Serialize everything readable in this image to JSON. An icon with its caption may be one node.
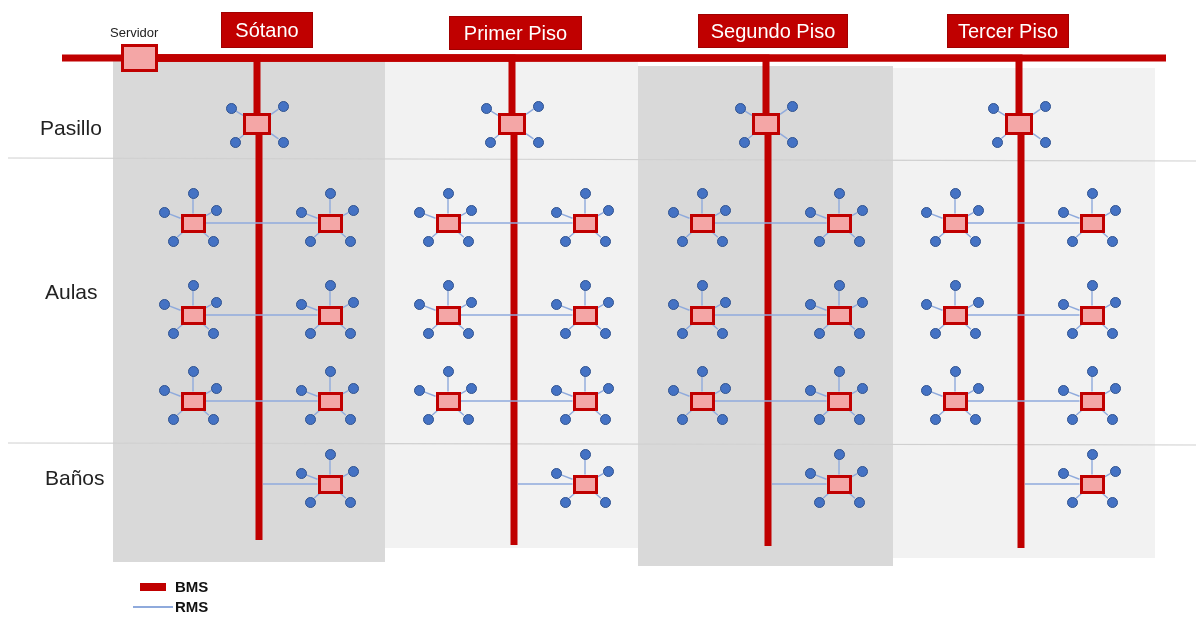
{
  "diagram": {
    "nodes": [
      {
        "text": [
          "Servidor"
        ]
      },
      {
        "text": [
          "Sótano"
        ]
      },
      {
        "text": [
          "Primer Piso"
        ]
      },
      {
        "text": [
          "Segundo Piso"
        ]
      },
      {
        "text": [
          "Tercer Piso"
        ]
      },
      {
        "text": [],
        "shape": "box"
      },
      {
        "text": [],
        "shape": "box",
        "in": 5
      },
      {
        "text": [],
        "shape": "circle",
        "in": 5
      },
      {
        "text": [],
        "shape": "circle",
        "in": 5
      },
      {
        "text": [],
        "shape": "circle",
        "in": 5
      },
      {
        "text": [],
        "shape": "circle",
        "in": 5
      },
      {
        "text": [],
        "shape": "box",
        "in": 5
      },
      {
        "text": [],
        "shape": "circle",
        "in": 5
      },
      {
        "text": [],
        "shape": "circle",
        "in": 5
      },
      {
        "text": [],
        "shape": "circle",
        "in": 5
      },
      {
        "text": [],
        "shape": "circle",
        "in": 5
      },
      {
        "text": [],
        "shape": "circle",
        "in": 5
      },
      {
        "text": [],
        "shape": "box",
        "in": 5
      },
      {
        "text": [],
        "shape": "circle",
        "in": 5
      },
      {
        "text": [],
        "shape": "circle",
        "in": 5
      },
      {
        "text": [],
        "shape": "circle",
        "in": 5
      },
      {
        "text": [],
        "shape": "circle",
        "in": 5
      },
      {
        "text": [],
        "shape": "circle",
        "in": 5
      },
      {
        "text": [],
        "shape": "box",
        "in": 5
      },
      {
        "text": [],
        "shape": "circle",
        "in": 5
      },
      {
        "text": [],
        "shape": "circle",
        "in": 5
      },
      {
        "text": [],
        "shape": "circle",
        "in": 5
      },
      {
        "text": [],
        "shape": "circle",
        "in": 5
      },
      {
        "text": [],
        "shape": "circle",
        "in": 5
      },
      {
        "text": [],
        "shape": "box",
        "in": 5
      },
      {
        "text": [],
        "shape": "circle",
        "in": 5
      },
      {
        "text": [],
        "shape": "circle",
        "in": 5
      },
      {
        "text": [],
        "shape": "circle",
        "in": 5
      },
      {
        "text": [],
        "shape": "circle",
        "in": 5
      },
      {
        "text": [],
        "shape": "circle",
        "in": 5
      },
      {
        "text": [],
        "shape": "box",
        "in": 5
      },
      {
        "text": [],
        "shape": "circle",
        "in": 5
      },
      {
        "text": [],
        "shape": "circle",
        "in": 5
      },
      {
        "text": [],
        "shape": "circle",
        "in": 5
      },
      {
        "text": [],
        "shape": "circle",
        "in": 5
      },
      {
        "text": [],
        "shape": "circle",
        "in": 5
      },
      {
        "text": [],
        "shape": "box",
        "in": 5
      },
      {
        "text": [],
        "shape": "circle",
        "in": 5
      },
      {
        "text": [],
        "shape": "circle",
        "in": 5
      },
      {
        "text": [],
        "shape": "circle",
        "in": 5
      },
      {
        "text": [],
        "shape": "circle",
        "in": 5
      },
      {
        "text": [],
        "shape": "circle",
        "in": 5
      },
      {
        "text": [],
        "shape": "box",
        "in": 5
      },
      {
        "text": [],
        "shape": "circle",
        "in": 5
      },
      {
        "text": [],
        "shape": "circle",
        "in": 5
      },
      {
        "text": [],
        "shape": "circle",
        "in": 5
      },
      {
        "text": [],
        "shape": "circle",
        "in": 5
      },
      {
        "text": [],
        "shape": "circle",
        "in": 5
      },
      {
        "text": [],
        "shape": "box"
      },
      {
        "text": [],
        "shape": "box",
        "in": 53
      },
      {
        "text": [],
        "shape": "circle",
        "in": 53
      },
      {
        "text": [],
        "shape": "circle",
        "in": 53
      },
      {
        "text": [],
        "shape": "circle",
        "in": 53
      },
      {
        "text": [],
        "shape": "circle",
        "in": 53
      },
      {
        "text": [],
        "shape": "box",
        "in": 53
      },
      {
        "text": [],
        "shape": "circle",
        "in": 53
      },
      {
        "text": [],
        "shape": "circle",
        "in": 53
      },
      {
        "text": [],
        "shape": "circle",
        "in": 53
      },
      {
        "text": [],
        "shape": "circle",
        "in": 53
      },
      {
        "text": [],
        "shape": "circle",
        "in": 53
      },
      {
        "text": [],
        "shape": "box",
        "in": 53
      },
      {
        "text": [],
        "shape": "circle",
        "in": 53
      },
      {
        "text": [],
        "shape": "circle",
        "in": 53
      },
      {
        "text": [],
        "shape": "circle",
        "in": 53
      },
      {
        "text": [],
        "shape": "circle",
        "in": 53
      },
      {
        "text": [],
        "shape": "circle",
        "in": 53
      },
      {
        "text": [],
        "shape": "box",
        "in": 53
      },
      {
        "text": [],
        "shape": "circle",
        "in": 53
      },
      {
        "text": [],
        "shape": "circle",
        "in": 53
      },
      {
        "text": [],
        "shape": "circle",
        "in": 53
      },
      {
        "text": [],
        "shape": "circle",
        "in": 53
      },
      {
        "text": [],
        "shape": "circle",
        "in": 53
      },
      {
        "text": [],
        "shape": "box",
        "in": 53
      },
      {
        "text": [],
        "shape": "circle",
        "in": 53
      },
      {
        "text": [],
        "shape": "circle",
        "in": 53
      },
      {
        "text": [],
        "shape": "circle",
        "in": 53
      },
      {
        "text": [],
        "shape": "circle",
        "in": 53
      },
      {
        "text": [],
        "shape": "circle",
        "in": 53
      },
      {
        "text": [],
        "shape": "box",
        "in": 53
      },
      {
        "text": [],
        "shape": "circle",
        "in": 53
      },
      {
        "text": [],
        "shape": "circle",
        "in": 53
      },
      {
        "text": [],
        "shape": "circle",
        "in": 53
      },
      {
        "text": [],
        "shape": "circle",
        "in": 53
      },
      {
        "text": [],
        "shape": "circle",
        "in": 53
      },
      {
        "text": [],
        "shape": "box",
        "in": 53
      },
      {
        "text": [],
        "shape": "circle",
        "in": 53
      },
      {
        "text": [],
        "shape": "circle",
        "in": 53
      },
      {
        "text": [],
        "shape": "circle",
        "in": 53
      },
      {
        "text": [],
        "shape": "circle",
        "in": 53
      },
      {
        "text": [],
        "shape": "circle",
        "in": 53
      },
      {
        "text": [],
        "shape": "box",
        "in": 53
      },
      {
        "text": [],
        "shape": "circle",
        "in": 53
      },
      {
        "text": [],
        "shape": "circle",
        "in": 53
      },
      {
        "text": [],
        "shape": "circle",
        "in": 53
      },
      {
        "text": [],
        "shape": "circle",
        "in": 53
      },
      {
        "text": [],
        "shape": "circle",
        "in": 53
      },
      {
        "text": [],
        "shape": "box"
      },
      {
        "text": [],
        "shape": "box",
        "in": 101
      },
      {
        "text": [],
        "shape": "circle",
        "in": 101
      },
      {
        "text": [],
        "shape": "circle",
        "in": 101
      },
      {
        "text": [],
        "shape": "circle",
        "in": 101
      },
      {
        "text": [],
        "shape": "circle",
        "in": 101
      },
      {
        "text": [],
        "shape": "box",
        "in": 101
      },
      {
        "text": [],
        "shape": "circle",
        "in": 101
      },
      {
        "text": [],
        "shape": "circle",
        "in": 101
      },
      {
        "text": [],
        "shape": "circle",
        "in": 101
      },
      {
        "text": [],
        "shape": "circle",
        "in": 101
      },
      {
        "text": [],
        "shape": "circle",
        "in": 101
      },
      {
        "text": [],
        "shape": "box",
        "in": 101
      },
      {
        "text": [],
        "shape": "circle",
        "in": 101
      },
      {
        "text": [],
        "shape": "circle",
        "in": 101
      },
      {
        "text": [],
        "shape": "circle",
        "in": 101
      },
      {
        "text": [],
        "shape": "circle",
        "in": 101
      },
      {
        "text": [],
        "shape": "circle",
        "in": 101
      },
      {
        "text": [],
        "shape": "box",
        "in": 101
      },
      {
        "text": [],
        "shape": "circle",
        "in": 101
      },
      {
        "text": [],
        "shape": "circle",
        "in": 101
      },
      {
        "text": [],
        "shape": "circle",
        "in": 101
      },
      {
        "text": [],
        "shape": "circle",
        "in": 101
      },
      {
        "text": [],
        "shape": "circle",
        "in": 101
      },
      {
        "text": [],
        "shape": "box",
        "in": 101
      },
      {
        "text": [],
        "shape": "circle",
        "in": 101
      },
      {
        "text": [],
        "shape": "circle",
        "in": 101
      },
      {
        "text": [],
        "shape": "circle",
        "in": 101
      },
      {
        "text": [],
        "shape": "circle",
        "in": 101
      },
      {
        "text": [],
        "shape": "circle",
        "in": 101
      },
      {
        "text": [],
        "shape": "box",
        "in": 101
      },
      {
        "text": [],
        "shape": "circle",
        "in": 101
      },
      {
        "text": [],
        "shape": "circle",
        "in": 101
      },
      {
        "text": [],
        "shape": "circle",
        "in": 101
      },
      {
        "text": [],
        "shape": "circle",
        "in": 101
      },
      {
        "text": [],
        "shape": "circle",
        "in": 101
      },
      {
        "text": [],
        "shape": "box",
        "in": 101
      },
      {
        "text": [],
        "shape": "circle",
        "in": 101
      },
      {
        "text": [],
        "shape": "circle",
        "in": 101
      },
      {
        "text": [],
        "shape": "circle",
        "in": 101
      },
      {
        "text": [],
        "shape": "circle",
        "in": 101
      },
      {
        "text": [],
        "shape": "circle",
        "in": 101
      },
      {
        "text": [],
        "shape": "box",
        "in": 101
      },
      {
        "text": [],
        "shape": "circle",
        "in": 101
      },
      {
        "text": [],
        "shape": "circle",
        "in": 101
      },
      {
        "text": [],
        "shape": "circle",
        "in": 101
      },
      {
        "text": [],
        "shape": "circle",
        "in": 101
      },
      {
        "text": [],
        "shape": "circle",
        "in": 101
      },
      {
        "text": [],
        "shape": "box"
      },
      {
        "text": [],
        "shape": "box",
        "in": 149
      },
      {
        "text": [],
        "shape": "circle",
        "in": 149
      },
      {
        "text": [],
        "shape": "circle",
        "in": 149
      },
      {
        "text": [],
        "shape": "circle",
        "in": 149
      },
      {
        "text": [],
        "shape": "circle",
        "in": 149
      },
      {
        "text": [],
        "shape": "box",
        "in": 149
      },
      {
        "text": [],
        "shape": "circle",
        "in": 149
      },
      {
        "text": [],
        "shape": "circle",
        "in": 149
      },
      {
        "text": [],
        "shape": "circle",
        "in": 149
      },
      {
        "text": [],
        "shape": "circle",
        "in": 149
      },
      {
        "text": [],
        "shape": "circle",
        "in": 149
      },
      {
        "text": [],
        "shape": "box",
        "in": 149
      },
      {
        "text": [],
        "shape": "circle",
        "in": 149
      },
      {
        "text": [],
        "shape": "circle",
        "in": 149
      },
      {
        "text": [],
        "shape": "circle",
        "in": 149
      },
      {
        "text": [],
        "shape": "circle",
        "in": 149
      },
      {
        "text": [],
        "shape": "circle",
        "in": 149
      },
      {
        "text": [],
        "shape": "box",
        "in": 149
      },
      {
        "text": [],
        "shape": "circle",
        "in": 149
      },
      {
        "text": [],
        "shape": "circle",
        "in": 149
      },
      {
        "text": [],
        "shape": "circle",
        "in": 149
      },
      {
        "text": [],
        "shape": "circle",
        "in": 149
      },
      {
        "text": [],
        "shape": "circle",
        "in": 149
      },
      {
        "text": [],
        "shape": "box",
        "in": 149
      },
      {
        "text": [],
        "shape": "circle",
        "in": 149
      },
      {
        "text": [],
        "shape": "circle",
        "in": 149
      },
      {
        "text": [],
        "shape": "circle",
        "in": 149
      },
      {
        "text": [],
        "shape": "circle",
        "in": 149
      },
      {
        "text": [],
        "shape": "circle",
        "in": 149
      },
      {
        "text": [],
        "shape": "box",
        "in": 149
      },
      {
        "text": [],
        "shape": "circle",
        "in": 149
      },
      {
        "text": [],
        "shape": "circle",
        "in": 149
      },
      {
        "text": [],
        "shape": "circle",
        "in": 149
      },
      {
        "text": [],
        "shape": "circle",
        "in": 149
      },
      {
        "text": [],
        "shape": "circle",
        "in": 149
      },
      {
        "text": [],
        "shape": "box",
        "in": 149
      },
      {
        "text": [],
        "shape": "circle",
        "in": 149
      },
      {
        "text": [],
        "shape": "circle",
        "in": 149
      },
      {
        "text": [],
        "shape": "circle",
        "in": 149
      },
      {
        "text": [],
        "shape": "circle",
        "in": 149
      },
      {
        "text": [],
        "shape": "circle",
        "in": 149
      },
      {
        "text": [],
        "shape": "box",
        "in": 149
      },
      {
        "text": [],
        "shape": "circle",
        "in": 149
      },
      {
        "text": [],
        "shape": "circle",
        "in": 149
      },
      {
        "text": [],
        "shape": "circle",
        "in": 149
      },
      {
        "text": [],
        "shape": "circle",
        "in": 149
      },
      {
        "text": [],
        "shape": "circle",
        "in": 149
      }
    ],
    "edges": [
      {
        "from": 0,
        "to": 6,
        "arrow": "none",
        "style": "thick",
        "color": "#c00000"
      },
      {
        "from": 6,
        "to": 7,
        "arrow": "none"
      },
      {
        "from": 6,
        "to": 8,
        "arrow": "none"
      },
      {
        "from": 6,
        "to": 9,
        "arrow": "none"
      },
      {
        "from": 6,
        "to": 10,
        "arrow": "none"
      },
      {
        "from": 11,
        "to": 17,
        "arrow": "none"
      },
      {
        "from": 11,
        "to": 12,
        "arrow": "none"
      },
      {
        "from": 11,
        "to": 13,
        "arrow": "none"
      },
      {
        "from": 11,
        "to": 14,
        "arrow": "none"
      },
      {
        "from": 11,
        "to": 15,
        "arrow": "none"
      },
      {
        "from": 11,
        "to": 16,
        "arrow": "none"
      },
      {
        "from": 17,
        "to": 18,
        "arrow": "none"
      },
      {
        "from": 17,
        "to": 19,
        "arrow": "none"
      },
      {
        "from": 17,
        "to": 20,
        "arrow": "none"
      },
      {
        "from": 17,
        "to": 21,
        "arrow": "none"
      },
      {
        "from": 17,
        "to": 22,
        "arrow": "none"
      },
      {
        "from": 23,
        "to": 29,
        "arrow": "none"
      },
      {
        "from": 23,
        "to": 24,
        "arrow": "none"
      },
      {
        "from": 23,
        "to": 25,
        "arrow": "none"
      },
      {
        "from": 23,
        "to": 26,
        "arrow": "none"
      },
      {
        "from": 23,
        "to": 27,
        "arrow": "none"
      },
      {
        "from": 23,
        "to": 28,
        "arrow": "none"
      },
      {
        "from": 29,
        "to": 30,
        "arrow": "none"
      },
      {
        "from": 29,
        "to": 31,
        "arrow": "none"
      },
      {
        "from": 29,
        "to": 32,
        "arrow": "none"
      },
      {
        "from": 29,
        "to": 33,
        "arrow": "none"
      },
      {
        "from": 29,
        "to": 34,
        "arrow": "none"
      },
      {
        "from": 35,
        "to": 41,
        "arrow": "none"
      },
      {
        "from": 35,
        "to": 36,
        "arrow": "none"
      },
      {
        "from": 35,
        "to": 37,
        "arrow": "none"
      },
      {
        "from": 35,
        "to": 38,
        "arrow": "none"
      },
      {
        "from": 35,
        "to": 39,
        "arrow": "none"
      },
      {
        "from": 35,
        "to": 40,
        "arrow": "none"
      },
      {
        "from": 41,
        "to": 42,
        "arrow": "none"
      },
      {
        "from": 41,
        "to": 43,
        "arrow": "none"
      },
      {
        "from": 41,
        "to": 44,
        "arrow": "none"
      },
      {
        "from": 41,
        "to": 45,
        "arrow": "none"
      },
      {
        "from": 41,
        "to": 46,
        "arrow": "none"
      },
      {
        "from": null,
        "to": 47,
        "arrow": "none"
      },
      {
        "from": 47,
        "to": 48,
        "arrow": "none"
      },
      {
        "from": 47,
        "to": 49,
        "arrow": "none"
      },
      {
        "from": 47,
        "to": 50,
        "arrow": "none"
      },
      {
        "from": 47,
        "to": 51,
        "arrow": "none"
      },
      {
        "from": 47,
        "to": 52,
        "arrow": "none"
      },
      {
        "from": 0,
        "to": 54,
        "arrow": "none",
        "style": "thick",
        "color": "#c00000"
      },
      {
        "from": 54,
        "to": 55,
        "arrow": "none"
      },
      {
        "from": 54,
        "to": 56,
        "arrow": "none"
      },
      {
        "from": 54,
        "to": 57,
        "arrow": "none"
      },
      {
        "from": 54,
        "to": 58,
        "arrow": "none"
      },
      {
        "from": 59,
        "to": 65,
        "arrow": "none"
      },
      {
        "from": 59,
        "to": 60,
        "arrow": "none"
      },
      {
        "from": 59,
        "to": 61,
        "arrow": "none"
      },
      {
        "from": 59,
        "to": 62,
        "arrow": "none"
      },
      {
        "from": 59,
        "to": 63,
        "arrow": "none"
      },
      {
        "from": 59,
        "to": 64,
        "arrow": "none"
      },
      {
        "from": 65,
        "to": 66,
        "arrow": "none"
      },
      {
        "from": 65,
        "to": 67,
        "arrow": "none"
      },
      {
        "from": 65,
        "to": 68,
        "arrow": "none"
      },
      {
        "from": 65,
        "to": 69,
        "arrow": "none"
      },
      {
        "from": 65,
        "to": 70,
        "arrow": "none"
      },
      {
        "from": 71,
        "to": 77,
        "arrow": "none"
      },
      {
        "from": 71,
        "to": 72,
        "arrow": "none"
      },
      {
        "from": 71,
        "to": 73,
        "arrow": "none"
      },
      {
        "from": 71,
        "to": 74,
        "arrow": "none"
      },
      {
        "from": 71,
        "to": 75,
        "arrow": "none"
      },
      {
        "from": 71,
        "to": 76,
        "arrow": "none"
      },
      {
        "from": 77,
        "to": 78,
        "arrow": "none"
      },
      {
        "from": 77,
        "to": 79,
        "arrow": "none"
      },
      {
        "from": 77,
        "to": 80,
        "arrow": "none"
      },
      {
        "from": 77,
        "to": 81,
        "arrow": "none"
      },
      {
        "from": 77,
        "to": 82,
        "arrow": "none"
      },
      {
        "from": 83,
        "to": 89,
        "arrow": "none"
      },
      {
        "from": 83,
        "to": 84,
        "arrow": "none"
      },
      {
        "from": 83,
        "to": 85,
        "arrow": "none"
      },
      {
        "from": 83,
        "to": 86,
        "arrow": "none"
      },
      {
        "from": 83,
        "to": 87,
        "arrow": "none"
      },
      {
        "from": 83,
        "to": 88,
        "arrow": "none"
      },
      {
        "from": 89,
        "to": 90,
        "arrow": "none"
      },
      {
        "from": 89,
        "to": 91,
        "arrow": "none"
      },
      {
        "from": 89,
        "to": 92,
        "arrow": "none"
      },
      {
        "from": 89,
        "to": 93,
        "arrow": "none"
      },
      {
        "from": 89,
        "to": 94,
        "arrow": "none"
      },
      {
        "from": null,
        "to": 95,
        "arrow": "none"
      },
      {
        "from": 95,
        "to": 96,
        "arrow": "none"
      },
      {
        "from": 95,
        "to": 97,
        "arrow": "none"
      },
      {
        "from": 95,
        "to": 98,
        "arrow": "none"
      },
      {
        "from": 95,
        "to": 99,
        "arrow": "none"
      },
      {
        "from": 95,
        "to": 100,
        "arrow": "none"
      },
      {
        "from": 0,
        "to": 102,
        "arrow": "none",
        "style": "thick",
        "color": "#c00000"
      },
      {
        "from": 102,
        "to": 103,
        "arrow": "none"
      },
      {
        "from": 102,
        "to": 104,
        "arrow": "none"
      },
      {
        "from": 102,
        "to": 105,
        "arrow": "none"
      },
      {
        "from": 102,
        "to": 106,
        "arrow": "none"
      },
      {
        "from": 107,
        "to": 113,
        "arrow": "none"
      },
      {
        "from": 107,
        "to": 108,
        "arrow": "none"
      },
      {
        "from": 107,
        "to": 109,
        "arrow": "none"
      },
      {
        "from": 107,
        "to": 110,
        "arrow": "none"
      },
      {
        "from": 107,
        "to": 111,
        "arrow": "none"
      },
      {
        "from": 107,
        "to": 112,
        "arrow": "none"
      },
      {
        "from": 113,
        "to": 114,
        "arrow": "none"
      },
      {
        "from": 113,
        "to": 115,
        "arrow": "none"
      },
      {
        "from": 113,
        "to": 116,
        "arrow": "none"
      },
      {
        "from": 113,
        "to": 117,
        "arrow": "none"
      },
      {
        "from": 113,
        "to": 118,
        "arrow": "none"
      },
      {
        "from": 119,
        "to": 125,
        "arrow": "none"
      },
      {
        "from": 119,
        "to": 120,
        "arrow": "none"
      },
      {
        "from": 119,
        "to": 121,
        "arrow": "none"
      },
      {
        "from": 119,
        "to": 122,
        "arrow": "none"
      },
      {
        "from": 119,
        "to": 123,
        "arrow": "none"
      },
      {
        "from": 119,
        "to": 124,
        "arrow": "none"
      },
      {
        "from": 125,
        "to": 126,
        "arrow": "none"
      },
      {
        "from": 125,
        "to": 127,
        "arrow": "none"
      },
      {
        "from": 125,
        "to": 128,
        "arrow": "none"
      },
      {
        "from": 125,
        "to": 129,
        "arrow": "none"
      },
      {
        "from": 125,
        "to": 130,
        "arrow": "none"
      },
      {
        "from": 131,
        "to": 137,
        "arrow": "none"
      },
      {
        "from": 131,
        "to": 132,
        "arrow": "none"
      },
      {
        "from": 131,
        "to": 133,
        "arrow": "none"
      },
      {
        "from": 131,
        "to": 134,
        "arrow": "none"
      },
      {
        "from": 131,
        "to": 135,
        "arrow": "none"
      },
      {
        "from": 131,
        "to": 136,
        "arrow": "none"
      },
      {
        "from": 137,
        "to": 138,
        "arrow": "none"
      },
      {
        "from": 137,
        "to": 139,
        "arrow": "none"
      },
      {
        "from": 137,
        "to": 140,
        "arrow": "none"
      },
      {
        "from": 137,
        "to": 141,
        "arrow": "none"
      },
      {
        "from": 137,
        "to": 142,
        "arrow": "none"
      },
      {
        "from": null,
        "to": 143,
        "arrow": "none"
      },
      {
        "from": 143,
        "to": 144,
        "arrow": "none"
      },
      {
        "from": 143,
        "to": 145,
        "arrow": "none"
      },
      {
        "from": 143,
        "to": 146,
        "arrow": "none"
      },
      {
        "from": 143,
        "to": 147,
        "arrow": "none"
      },
      {
        "from": 143,
        "to": 148,
        "arrow": "none"
      },
      {
        "from": 0,
        "to": 150,
        "arrow": "none",
        "style": "thick",
        "color": "#c00000"
      },
      {
        "from": 150,
        "to": 151,
        "arrow": "none"
      },
      {
        "from": 150,
        "to": 152,
        "arrow": "none"
      },
      {
        "from": 150,
        "to": 153,
        "arrow": "none"
      },
      {
        "from": 150,
        "to": 154,
        "arrow": "none"
      },
      {
        "from": 155,
        "to": 161,
        "arrow": "none"
      },
      {
        "from": 155,
        "to": 156,
        "arrow": "none"
      },
      {
        "from": 155,
        "to": 157,
        "arrow": "none"
      },
      {
        "from": 155,
        "to": 158,
        "arrow": "none"
      },
      {
        "from": 155,
        "to": 159,
        "arrow": "none"
      },
      {
        "from": 155,
        "to": 160,
        "arrow": "none"
      },
      {
        "from": 161,
        "to": 162,
        "arrow": "none"
      },
      {
        "from": 161,
        "to": 163,
        "arrow": "none"
      },
      {
        "from": 161,
        "to": 164,
        "arrow": "none"
      },
      {
        "from": 161,
        "to": 165,
        "arrow": "none"
      },
      {
        "from": 161,
        "to": 166,
        "arrow": "none"
      },
      {
        "from": 167,
        "to": 173,
        "arrow": "none"
      },
      {
        "from": 167,
        "to": 168,
        "arrow": "none"
      },
      {
        "from": 167,
        "to": 169,
        "arrow": "none"
      },
      {
        "from": 167,
        "to": 170,
        "arrow": "none"
      },
      {
        "from": 167,
        "to": 171,
        "arrow": "none"
      },
      {
        "from": 167,
        "to": 172,
        "arrow": "none"
      },
      {
        "from": 173,
        "to": 174,
        "arrow": "none"
      },
      {
        "from": 173,
        "to": 175,
        "arrow": "none"
      },
      {
        "from": 173,
        "to": 176,
        "arrow": "none"
      },
      {
        "from": 173,
        "to": 177,
        "arrow": "none"
      },
      {
        "from": 173,
        "to": 178,
        "arrow": "none"
      },
      {
        "from": 179,
        "to": 185,
        "arrow": "none"
      },
      {
        "from": 179,
        "to": 180,
        "arrow": "none"
      },
      {
        "from": 179,
        "to": 181,
        "arrow": "none"
      },
      {
        "from": 179,
        "to": 182,
        "arrow": "none"
      },
      {
        "from": 179,
        "to": 183,
        "arrow": "none"
      },
      {
        "from": 179,
        "to": 184,
        "arrow": "none"
      },
      {
        "from": 185,
        "to": 186,
        "arrow": "none"
      },
      {
        "from": 185,
        "to": 187,
        "arrow": "none"
      },
      {
        "from": 185,
        "to": 188,
        "arrow": "none"
      },
      {
        "from": 185,
        "to": 189,
        "arrow": "none"
      },
      {
        "from": 185,
        "to": 190,
        "arrow": "none"
      },
      {
        "from": null,
        "to": 191,
        "arrow": "none"
      },
      {
        "from": 191,
        "to": 192,
        "arrow": "none"
      },
      {
        "from": 191,
        "to": 193,
        "arrow": "none"
      },
      {
        "from": 191,
        "to": 194,
        "arrow": "none"
      },
      {
        "from": 191,
        "to": 195,
        "arrow": "none"
      },
      {
        "from": 191,
        "to": 196,
        "arrow": "none"
      },
      {
        "from": 0,
        "to": null,
        "arrow": "none",
        "style": "thick",
        "color": "#c00000"
      },
      {
        "from": 0,
        "to": null,
        "arrow": "none",
        "style": "thick",
        "color": "#c00000"
      }
    ],
    "labels": [
      "Pasillo",
      "Aulas",
      "Baños"
    ],
    "legend": [
      {
        "text": "BMS",
        "color": "#c00000"
      },
      {
        "text": "RMS",
        "color": "#8faadc"
      }
    ]
  }
}
